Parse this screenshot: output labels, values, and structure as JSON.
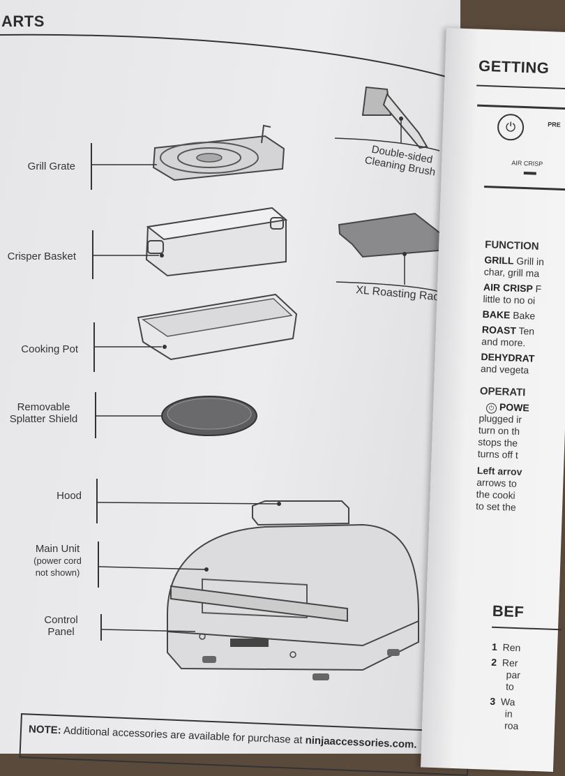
{
  "left_page": {
    "section_title": "ARTS",
    "parts": {
      "grill_grate": "Grill Grate",
      "crisper_basket": "Crisper Basket",
      "cooking_pot": "Cooking Pot",
      "splatter_shield_line1": "Removable",
      "splatter_shield_line2": "Splatter Shield",
      "hood": "Hood",
      "main_unit_line1": "Main Unit",
      "main_unit_line2": "(power cord",
      "main_unit_line3": "not shown)",
      "control_panel_line1": "Control",
      "control_panel_line2": "Panel",
      "brush_line1": "Double-sided",
      "brush_line2": "Cleaning Brush",
      "roasting_rack": "XL Roasting Rack"
    },
    "note": {
      "prefix": "NOTE:",
      "text": " Additional accessories are available for purchase at ",
      "link": "ninjaaccessories.com."
    }
  },
  "right_page": {
    "section_title": "GETTING",
    "panel": {
      "pre_label": "PRE",
      "air_crisp_label": "AIR CRISP"
    },
    "functions": {
      "heading": "FUNCTION",
      "grill_key": "GRILL",
      "grill_text": " Grill in",
      "grill_text2": "char, grill ma",
      "air_crisp_key": "AIR CRISP",
      "air_crisp_text": " F",
      "air_crisp_text2": "little to no oi",
      "bake_key": "BAKE",
      "bake_text": " Bake",
      "roast_key": "ROAST",
      "roast_text": " Ten",
      "roast_text2": "and more.",
      "dehydrate_key": "DEHYDRAT",
      "dehydrate_text2": "and vegeta"
    },
    "operating": {
      "heading": "OPERATI",
      "power_key": "POWE",
      "power_l1": "plugged ir",
      "power_l2": "turn on th",
      "power_l3": "stops the",
      "power_l4": "turns off t",
      "arrows_key": "Left arrov",
      "arrows_l1": "arrows to",
      "arrows_l2": "the cooki",
      "arrows_l3": "to set the"
    },
    "before": {
      "heading": "BEF",
      "step1_num": "1",
      "step1_text": "Ren",
      "step2_num": "2",
      "step2_text": "Rer",
      "step2_l2": "par",
      "step2_l3": "to",
      "step3_num": "3",
      "step3_text": "Wa",
      "step3_l2": "in",
      "step3_l3": "roa"
    }
  }
}
